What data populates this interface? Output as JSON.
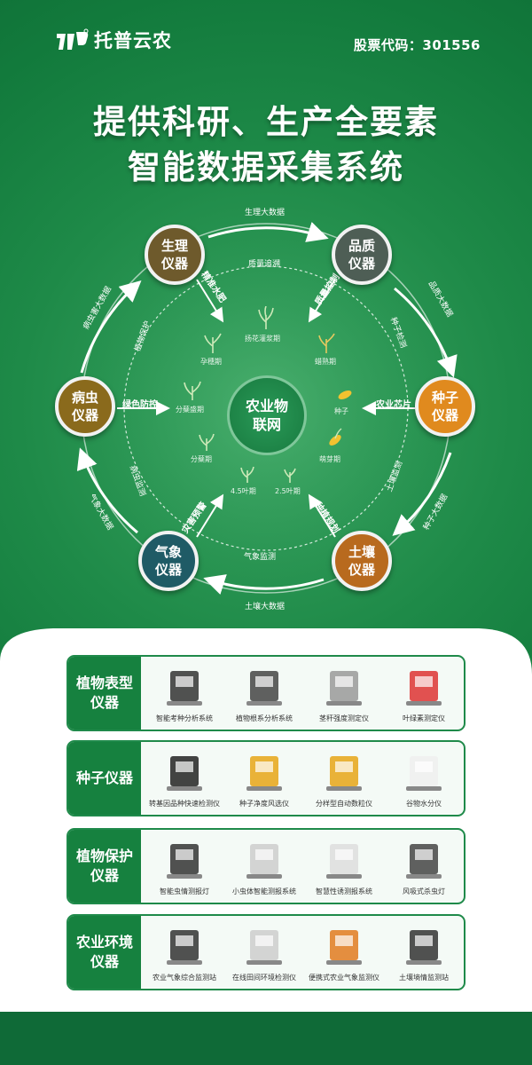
{
  "brand": {
    "name": "托普云农",
    "stock_code": "股票代码：301556"
  },
  "headline": {
    "line1": "提供科研、生产全要素",
    "line2": "智能数据采集系统"
  },
  "center": "农业物联网",
  "nodes": {
    "physiology": "生理仪器",
    "quality": "品质仪器",
    "seed": "种子仪器",
    "soil": "土壤仪器",
    "weather": "气象仪器",
    "pest": "病虫仪器"
  },
  "outer_labels": {
    "top": "生理大数据",
    "right_upper": "品质大数据",
    "right_lower": "种子大数据",
    "bottom": "土壤大数据",
    "left_lower": "气象大数据",
    "left_upper": "病虫害大数据"
  },
  "inner_labels": {
    "precise_water": "精准水肥",
    "quality_trace": "质量追溯",
    "quality_control": "质量控制",
    "seed_testing": "种子检测",
    "ag_chip": "农业芯片",
    "soil_monitor": "土壤监测",
    "planting_plan": "种植规划",
    "weather_monitor": "气象监测",
    "disaster_warning": "灾害预警",
    "pest_monitor": "病虫监测",
    "green_control": "绿色防控",
    "plant_protection": "植物保护"
  },
  "stages": {
    "flowering": "扬花灌浆期",
    "booting": "孕穗期",
    "wax": "蜡熟期",
    "tiller_peak": "分蘖盛期",
    "seed": "种子",
    "tiller": "分蘖期",
    "sprout": "萌芽期",
    "leaf45": "4.5叶期",
    "leaf25": "2.5叶期"
  },
  "categories": [
    {
      "name": "植物表型仪器",
      "items": [
        "智能考种分析系统",
        "植物根系分析系统",
        "茎秆强度测定仪",
        "叶绿素测定仪"
      ]
    },
    {
      "name": "种子仪器",
      "items": [
        "转基因品种快速检测仪",
        "种子净度风选仪",
        "分样型自动数粒仪",
        "谷物水分仪"
      ]
    },
    {
      "name": "植物保护仪器",
      "items": [
        "智能虫情测报灯",
        "小虫体智能测报系统",
        "智慧性诱测报系统",
        "风吸式杀虫灯"
      ]
    },
    {
      "name": "农业环境仪器",
      "items": [
        "农业气象综合监测站",
        "在线田间环境检测仪",
        "便携式农业气象监测仪",
        "土壤墒情监测站"
      ]
    }
  ],
  "colors": {
    "physiology": "#6e5a2c",
    "quality": "#4e5e55",
    "seed": "#e08a1e",
    "soil": "#b86a1e",
    "weather": "#1f5b66",
    "pest": "#8a6a1c",
    "brand_green": "#16813f"
  }
}
